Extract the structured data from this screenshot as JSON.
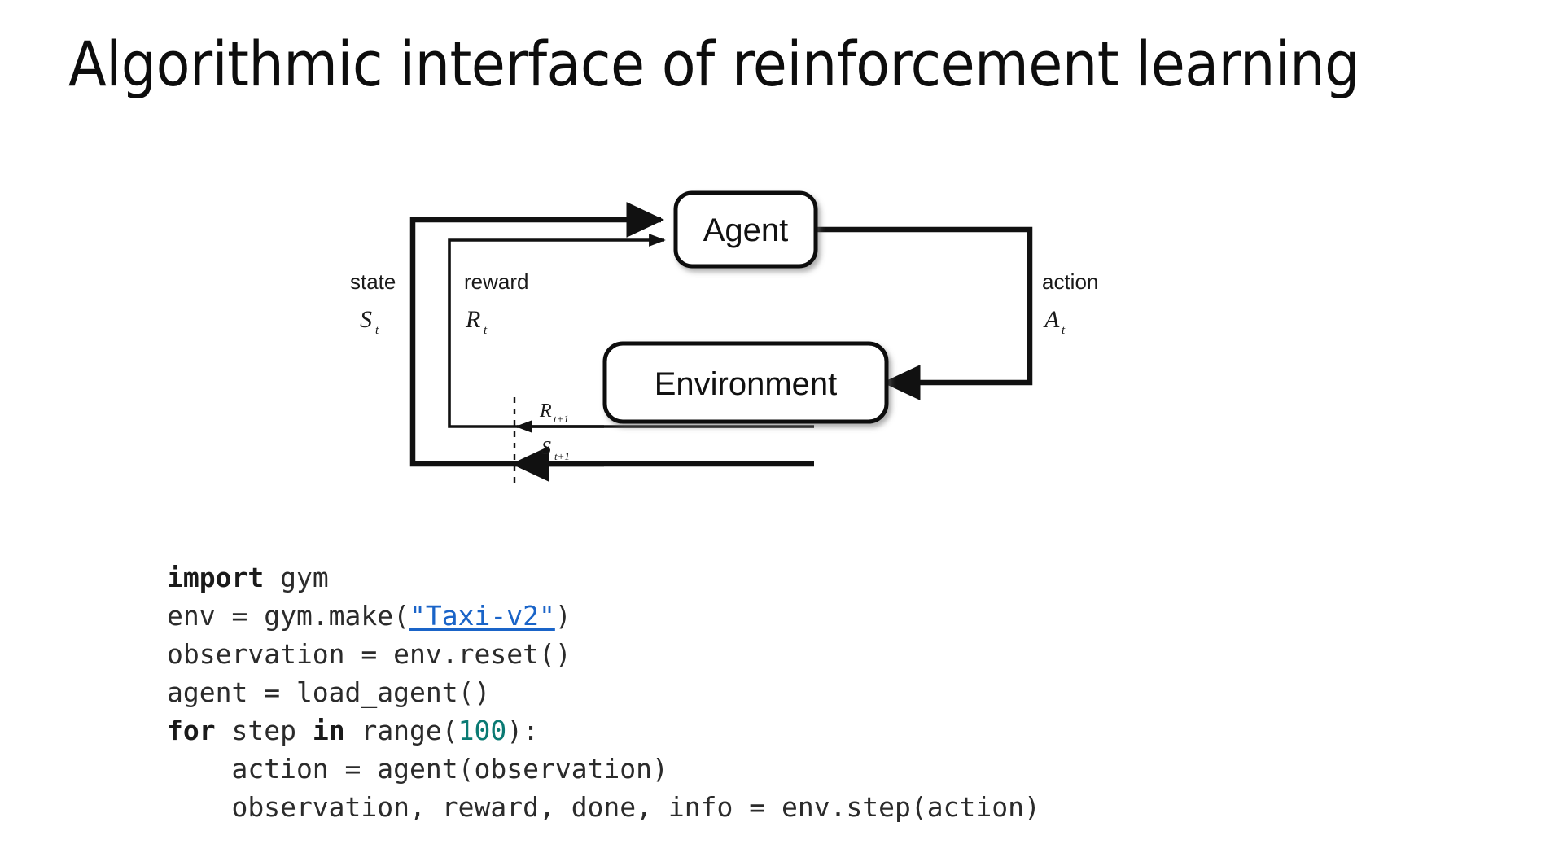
{
  "slide": {
    "title": "Algorithmic interface of reinforcement learning",
    "background_color": "#ffffff"
  },
  "diagram": {
    "type": "agent-environment-interaction-loop",
    "agent_box_label": "Agent",
    "environment_box_label": "Environment",
    "labels": {
      "state_text": "state",
      "state_symbol": "S",
      "state_subscript": "t",
      "reward_text": "reward",
      "reward_symbol": "R",
      "reward_subscript": "t",
      "action_text": "action",
      "action_symbol": "A",
      "action_subscript": "t",
      "next_reward_symbol": "R",
      "next_reward_subscript": "t+1",
      "next_state_symbol": "S",
      "next_state_subscript": "t+1"
    },
    "stroke_color": "#111111",
    "box_fill": "#ffffff"
  },
  "code": {
    "language": "python",
    "colors": {
      "text": "#2b2b2b",
      "keyword": "#1a1a1a",
      "number": "#0a7a73",
      "link": "#1a64c8"
    },
    "lines": [
      {
        "id": "line-1",
        "tokens": [
          {
            "t": "import",
            "k": "kw"
          },
          {
            "t": " gym",
            "k": "plain"
          }
        ]
      },
      {
        "id": "line-2",
        "tokens": [
          {
            "t": "env = gym.make(",
            "k": "plain"
          },
          {
            "t": "\"Taxi-v2\"",
            "k": "link"
          },
          {
            "t": ")",
            "k": "plain"
          }
        ]
      },
      {
        "id": "line-3",
        "tokens": [
          {
            "t": "observation = env.reset()",
            "k": "plain"
          }
        ]
      },
      {
        "id": "line-4",
        "tokens": [
          {
            "t": "agent = load_agent()",
            "k": "plain"
          }
        ]
      },
      {
        "id": "line-5",
        "tokens": [
          {
            "t": "for",
            "k": "kw"
          },
          {
            "t": " step ",
            "k": "plain"
          },
          {
            "t": "in",
            "k": "kw"
          },
          {
            "t": " range(",
            "k": "plain"
          },
          {
            "t": "100",
            "k": "num"
          },
          {
            "t": "):",
            "k": "plain"
          }
        ]
      },
      {
        "id": "line-6",
        "tokens": [
          {
            "t": "    action = agent(observation)",
            "k": "plain"
          }
        ]
      },
      {
        "id": "line-7",
        "tokens": [
          {
            "t": "    observation, reward, done, info = env.step(action)",
            "k": "plain"
          }
        ]
      }
    ]
  }
}
